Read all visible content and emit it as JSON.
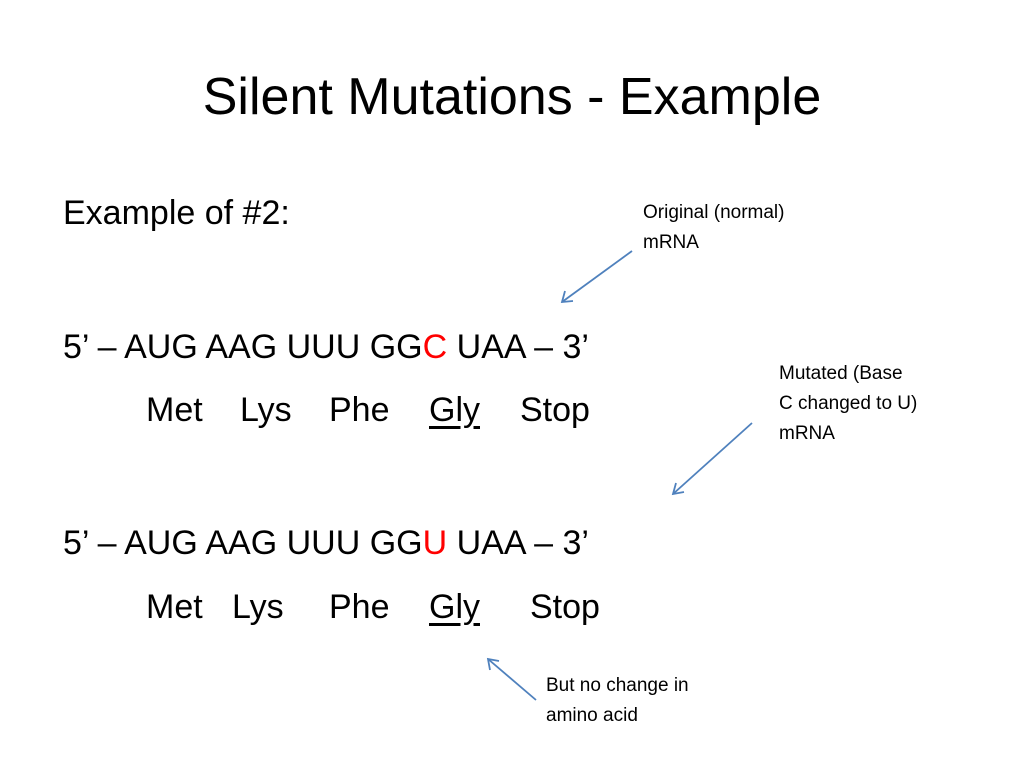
{
  "slide": {
    "title": "Silent Mutations - Example",
    "heading": "Example of #2:",
    "original": {
      "prefix": "5’ – AUG AAG UUU GG",
      "base": "C",
      "suffix": " UAA – 3’",
      "aa1": "Met",
      "aa2": "Lys",
      "aa3": "Phe",
      "aa4": "Gly",
      "aa5": "Stop"
    },
    "mutated": {
      "prefix": "5’ – AUG AAG UUU GG",
      "base": "U",
      "suffix": " UAA – 3’",
      "aa1": "Met",
      "aa2": "Lys",
      "aa3": "Phe",
      "aa4": "Gly",
      "aa5": "Stop"
    },
    "callouts": {
      "original": [
        "Original (normal)",
        "mRNA"
      ],
      "mutated": [
        "Mutated (Base",
        "C changed to U)",
        "mRNA"
      ],
      "no_change": [
        "But no change in",
        "amino acid"
      ]
    },
    "colors": {
      "mutation_base": "#ff0000",
      "arrow": "#4f81bd"
    }
  }
}
